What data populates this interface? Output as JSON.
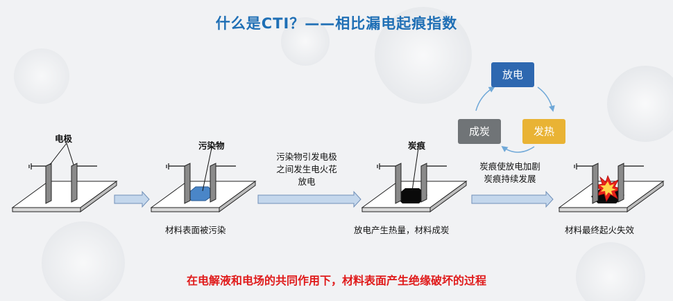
{
  "title": "什么是CTI？——相比漏电起痕指数",
  "stages": [
    {
      "top_label": "电极",
      "caption": "材料表面被污染"
    },
    {
      "top_label": "污染物",
      "caption": ""
    },
    {
      "top_label": "炭痕",
      "caption": "放电产生热量，材料成炭"
    },
    {
      "top_label": "",
      "caption": "材料最终起火失效"
    }
  ],
  "arrow_notes": {
    "note1": [
      "污染物引发电极",
      "之间发生电火花",
      "放电"
    ],
    "note2": [
      "炭痕使放电加剧",
      "炭痕持续发展"
    ]
  },
  "cycle": {
    "discharge": "放电",
    "heat": "发热",
    "carbon": "成炭",
    "colors": {
      "discharge": "#2e68b0",
      "heat": "#e9b334",
      "carbon": "#707477"
    }
  },
  "bottom_text": "在电解液和电场的共同作用下，材料表面产生绝缘破坏的过程",
  "colors": {
    "title": "#1f6fb5",
    "bottom": "#e01b1b",
    "contaminant": "#4a86c8",
    "carbon": "#0a0a0a",
    "spark": "#e8231a"
  }
}
